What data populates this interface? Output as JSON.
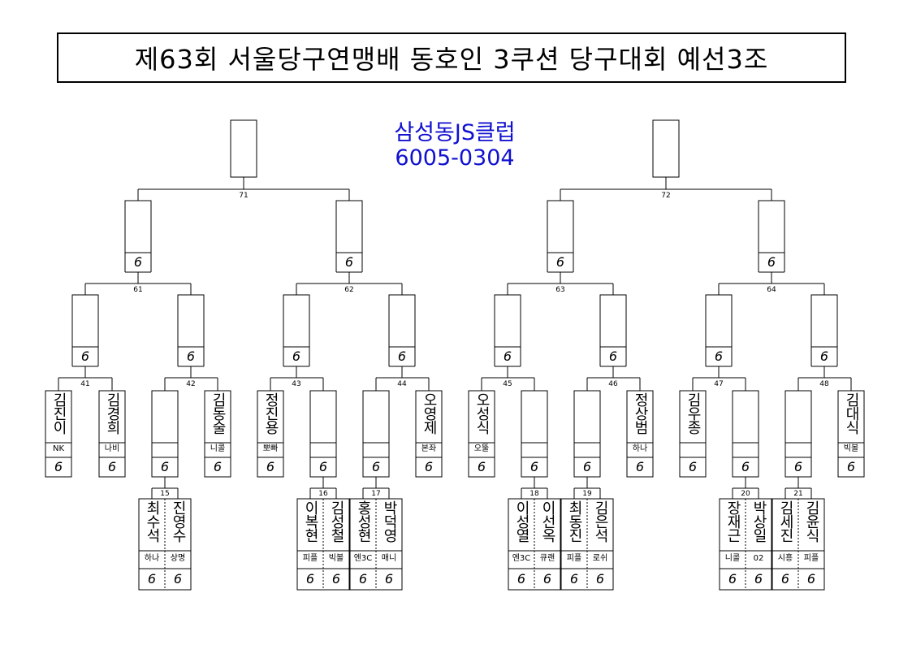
{
  "title": "제63회 서울당구연맹배 동호인 3쿠션 당구대회 예선3조",
  "club": {
    "name": "삼성동JS클럽",
    "phone": "6005-0304"
  },
  "score_mark": "6",
  "matches": {
    "m71": "71",
    "m72": "72",
    "m61": "61",
    "m62": "62",
    "m63": "63",
    "m64": "64",
    "m41": "41",
    "m42": "42",
    "m43": "43",
    "m44": "44",
    "m45": "45",
    "m46": "46",
    "m47": "47",
    "m48": "48",
    "m15": "15",
    "m16": "16",
    "m17": "17",
    "m18": "18",
    "m19": "19",
    "m20": "20",
    "m21": "21"
  },
  "players": [
    {
      "name": "김진이",
      "club": "NK"
    },
    {
      "name": "김경희",
      "club": "나비"
    },
    {
      "name": "김동술",
      "club": "니콜"
    },
    {
      "name": "정진용",
      "club": "뽀빠"
    },
    {
      "name": "오영제",
      "club": "본좌"
    },
    {
      "name": "오성식",
      "club": "오뚤"
    },
    {
      "name": "정상범",
      "club": "하나"
    },
    {
      "name": "김우종",
      "club": ""
    },
    {
      "name": "김대식",
      "club": "빅볼"
    },
    {
      "name": "최수석",
      "club": "하나"
    },
    {
      "name": "진영수",
      "club": "상명"
    },
    {
      "name": "이복현",
      "club": "피플"
    },
    {
      "name": "김성철",
      "club": "빅볼"
    },
    {
      "name": "홍성현",
      "club": "엔3C"
    },
    {
      "name": "박덕영",
      "club": "매니"
    },
    {
      "name": "이성열",
      "club": "엔3C"
    },
    {
      "name": "이선옥",
      "club": "큐랜"
    },
    {
      "name": "최동진",
      "club": "피플"
    },
    {
      "name": "김은석",
      "club": "로쉬"
    },
    {
      "name": "장재근",
      "club": "니콜"
    },
    {
      "name": "박상일",
      "club": "02"
    },
    {
      "name": "김세진",
      "club": "시흥"
    },
    {
      "name": "김윤식",
      "club": "피플"
    }
  ]
}
